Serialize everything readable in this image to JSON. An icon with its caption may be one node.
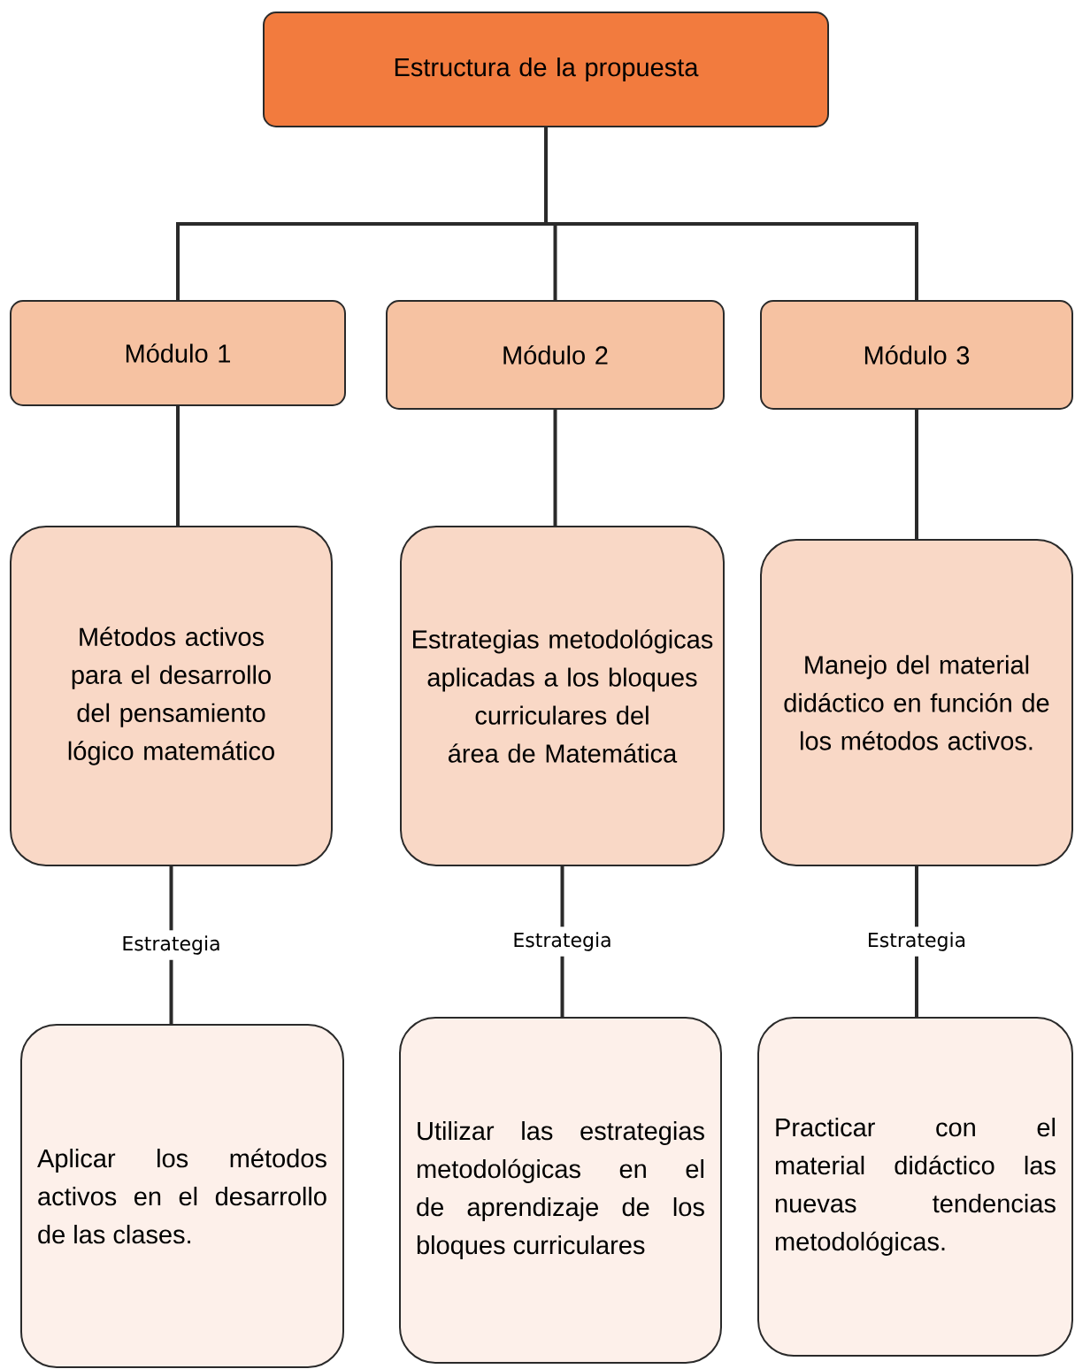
{
  "diagram": {
    "nodes": [
      {
        "text": [
          "Estructura de la propuesta"
        ]
      },
      {
        "text": [
          "Módulo 1"
        ]
      },
      {
        "text": [
          "Módulo 2"
        ]
      },
      {
        "text": [
          "Módulo 3"
        ]
      },
      {
        "text": [
          "Métodos activos para el desarrollo del pensamiento lógico matemático"
        ]
      },
      {
        "text": [
          "Estrategias metodológicas aplicadas a los bloques curriculares del área de Matemática"
        ]
      },
      {
        "text": [
          "Manejo del material didáctico en función de los métodos activos."
        ]
      },
      {
        "text": [
          "Aplicar los métodos activos en el desarrollo de las clases."
        ]
      },
      {
        "text": [
          "Utilizar las estrategias metodológicas en el de aprendizaje de los bloques curriculares"
        ]
      },
      {
        "text": [
          "Practicar con el material didáctico las nuevas tendencias metodológicas."
        ]
      }
    ],
    "edges": [
      {
        "from": 0,
        "to": 1,
        "arrow": "none"
      },
      {
        "from": 0,
        "to": 2,
        "arrow": "none"
      },
      {
        "from": 0,
        "to": 3,
        "arrow": "none"
      },
      {
        "from": 1,
        "to": 4,
        "arrow": "none"
      },
      {
        "from": 2,
        "to": 5,
        "arrow": "none"
      },
      {
        "from": 3,
        "to": 6,
        "arrow": "none"
      },
      {
        "from": 4,
        "to": 7,
        "arrow": "none",
        "label": "Estrategia"
      },
      {
        "from": 5,
        "to": 8,
        "arrow": "none",
        "label": "Estrategia"
      },
      {
        "from": 6,
        "to": 9,
        "arrow": "none",
        "label": "Estrategia"
      }
    ]
  }
}
